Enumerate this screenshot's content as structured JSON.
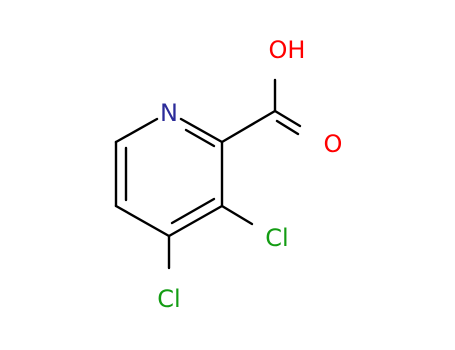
{
  "molecule": {
    "atoms": {
      "ring_nitrogen": {
        "symbol": "N",
        "color": "#2b2b99"
      },
      "hydroxyl": {
        "symbol": "OH",
        "color": "#ff0000"
      },
      "carbonyl_oxygen": {
        "symbol": "O",
        "color": "#ff0000"
      },
      "chlorine_3": {
        "symbol": "Cl",
        "color": "#139c13"
      },
      "chlorine_4": {
        "symbol": "Cl",
        "color": "#139c13"
      }
    },
    "bond_color": "#000000"
  }
}
